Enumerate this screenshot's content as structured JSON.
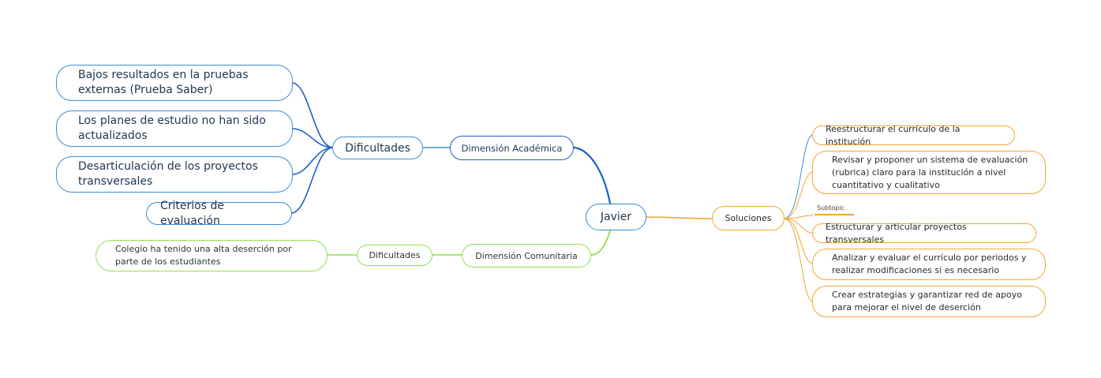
{
  "central": {
    "label": "Javier"
  },
  "academica": {
    "label": "Dimensión Académica",
    "dificultades": {
      "label": "Dificultades",
      "items": [
        "Bajos resultados en la pruebas externas (Prueba Saber)",
        "Los planes de estudio no han sido actualizados",
        "Desarticulación de los proyectos transversales",
        "Criterios de evaluación"
      ]
    }
  },
  "comunitaria": {
    "label": "Dimensión Comunitaria",
    "dificultades": {
      "label": "Dificultades",
      "items": [
        "Colegio ha tenido una alta deserción por parte de los estudiantes"
      ]
    }
  },
  "soluciones": {
    "label": "Soluciones",
    "items": [
      "Reestructurar el currículo de la institución",
      "Revisar y proponer un sistema de evaluación (rubrica) claro para la institución a nivel cuantitativo y cualitativo",
      "Subtopic",
      "Estructurar y articular proyectos transversales",
      "Analizar y evaluar el currículo por periodos y realizar modificaciones si es necesario",
      "Crear estrategias y garantizar red de apoyo para mejorar el nivel de deserción"
    ]
  },
  "colors": {
    "academic_branch": "#1f5fc4",
    "academic_leaf": "#3b8fd0",
    "community": "#8fe04a",
    "solutions": "#f3a532"
  }
}
